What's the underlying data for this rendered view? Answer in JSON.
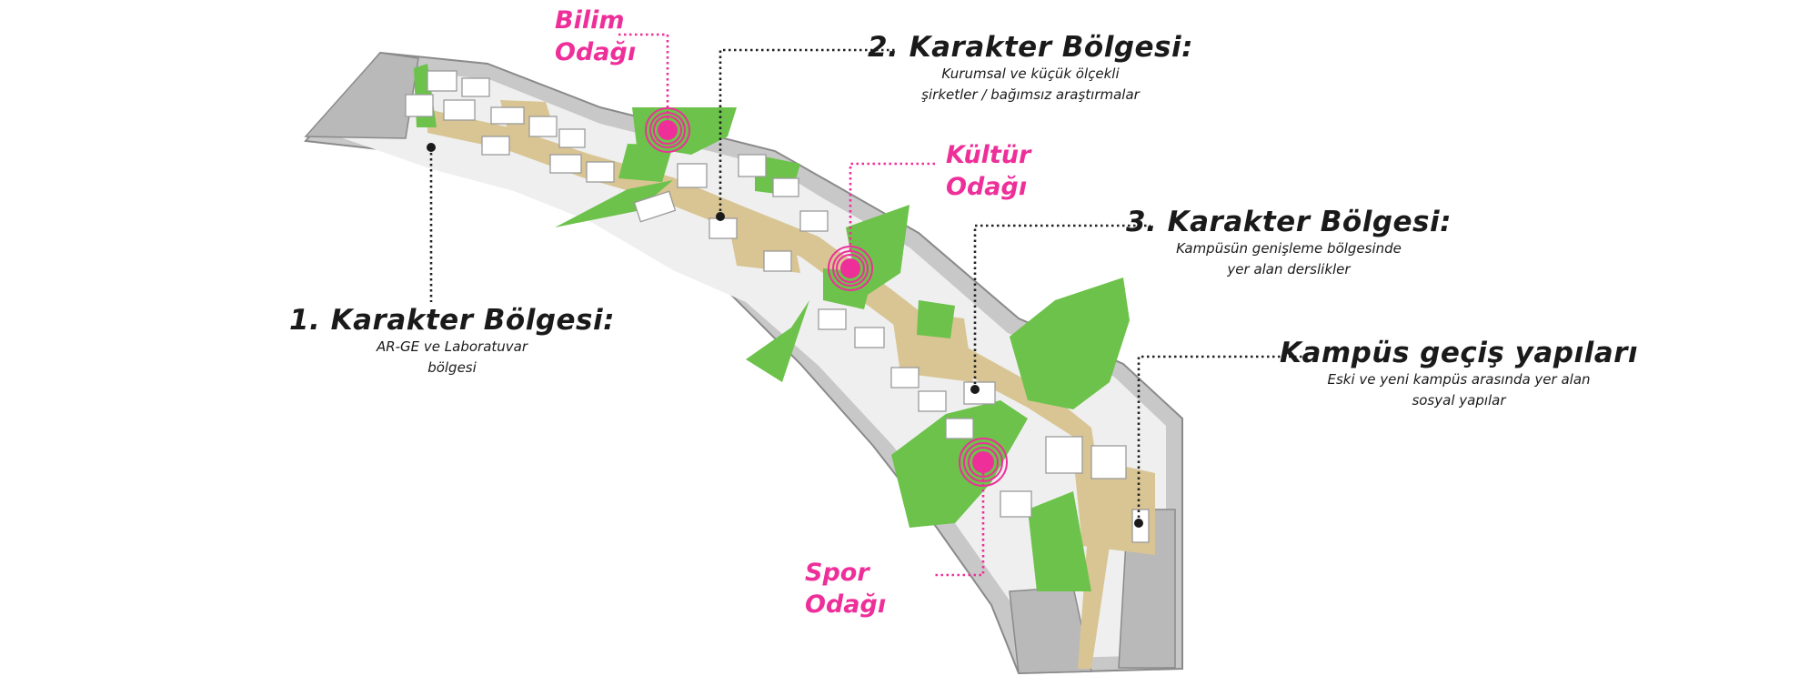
{
  "colors": {
    "green": "#6cc24a",
    "sand": "#d8c593",
    "road": "#c8c8c8",
    "road_edge": "#8a8a8a",
    "building": "#ffffff",
    "accent_pink": "#ee2f9a",
    "leader": "#222222"
  },
  "zones": {
    "zone1": {
      "title": "1. Karakter Bölgesi:",
      "line1": "AR-GE ve Laboratuvar",
      "line2": "bölgesi"
    },
    "zone2": {
      "title": "2. Karakter Bölgesi:",
      "line1": "Kurumsal ve küçük ölçekli",
      "line2": "şirketler / bağımsız araştırmalar"
    },
    "zone3": {
      "title": "3. Karakter Bölgesi:",
      "line1": "Kampüsün genişleme bölgesinde",
      "line2": "yer alan derslikler"
    },
    "transit": {
      "title": "Kampüs geçiş yapıları",
      "line1": "Eski ve yeni kampüs arasında yer alan",
      "line2": "sosyal yapılar"
    }
  },
  "focus": {
    "science": {
      "line1": "Bilim",
      "line2": "Odağı"
    },
    "culture": {
      "line1": "Kültür",
      "line2": "Odağı"
    },
    "sport": {
      "line1": "Spor",
      "line2": "Odağı"
    }
  }
}
